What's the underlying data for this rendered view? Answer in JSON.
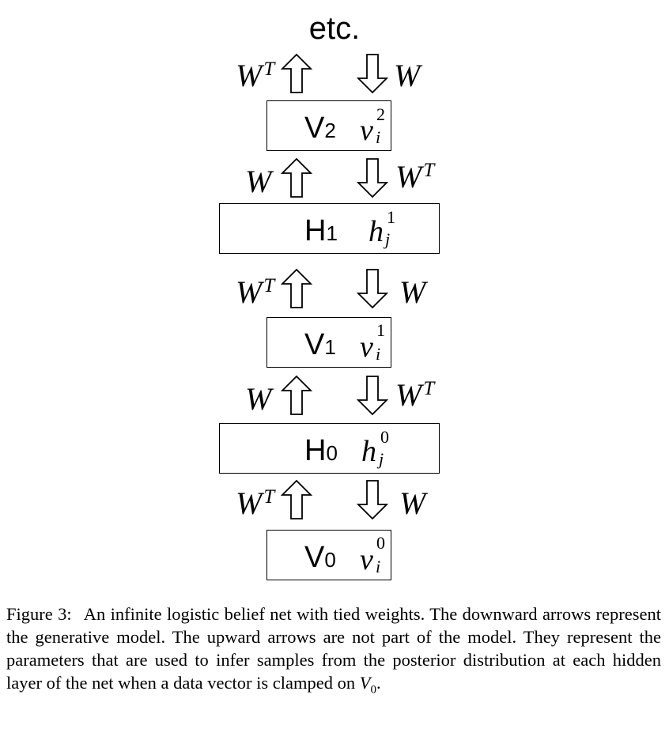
{
  "diagram": {
    "top_label": "etc.",
    "layers": [
      {
        "name": "V2",
        "letter": "V",
        "index": "2",
        "symbol": "v",
        "sup": "2",
        "sub": "i"
      },
      {
        "name": "H1",
        "letter": "H",
        "index": "1",
        "symbol": "h",
        "sup": "1",
        "sub": "j"
      },
      {
        "name": "V1",
        "letter": "V",
        "index": "1",
        "symbol": "v",
        "sup": "1",
        "sub": "i"
      },
      {
        "name": "H0",
        "letter": "H",
        "index": "0",
        "symbol": "h",
        "sup": "0",
        "sub": "j"
      },
      {
        "name": "V0",
        "letter": "V",
        "index": "0",
        "symbol": "v",
        "sup": "0",
        "sub": "i"
      }
    ],
    "connections": [
      {
        "up_label": "W",
        "up_sup": "T",
        "down_label": "W",
        "down_sup": ""
      },
      {
        "up_label": "W",
        "up_sup": "",
        "down_label": "W",
        "down_sup": "T"
      },
      {
        "up_label": "W",
        "up_sup": "T",
        "down_label": "W",
        "down_sup": ""
      },
      {
        "up_label": "W",
        "up_sup": "",
        "down_label": "W",
        "down_sup": "T"
      },
      {
        "up_label": "W",
        "up_sup": "T",
        "down_label": "W",
        "down_sup": ""
      }
    ]
  },
  "caption": {
    "number": "Figure 3:",
    "text": "An infinite logistic belief net with tied weights. The downward arrows represent the generative model. The upward arrows are not part of the model. They represent the parameters that are used to infer samples from the posterior distribution at each hidden layer of the net when a data vector is clamped on",
    "end_var": "V",
    "end_sub": "0",
    "end_punct": "."
  }
}
